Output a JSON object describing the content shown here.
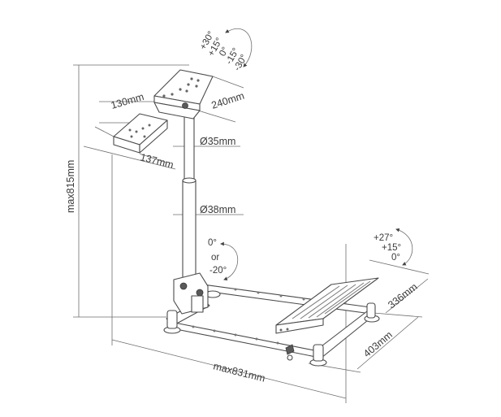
{
  "diagram": {
    "dimensions": {
      "height": "max815mm",
      "width": "max831mm",
      "depth": "403mm",
      "pedal_plate": "336mm",
      "wheel_plate_depth": "130mm",
      "wheel_plate_width": "240mm",
      "shifter_plate_width": "137mm",
      "tube_upper": "Ø35mm",
      "tube_lower": "Ø38mm"
    },
    "angles": {
      "wheel_tilt": [
        "+30°",
        "+15°",
        "0°",
        "-15°",
        "-30°"
      ],
      "column_tilt": [
        "0°",
        "or",
        "-20°"
      ],
      "pedal_tilt": [
        "+27°",
        "+15°",
        "0°"
      ]
    }
  }
}
